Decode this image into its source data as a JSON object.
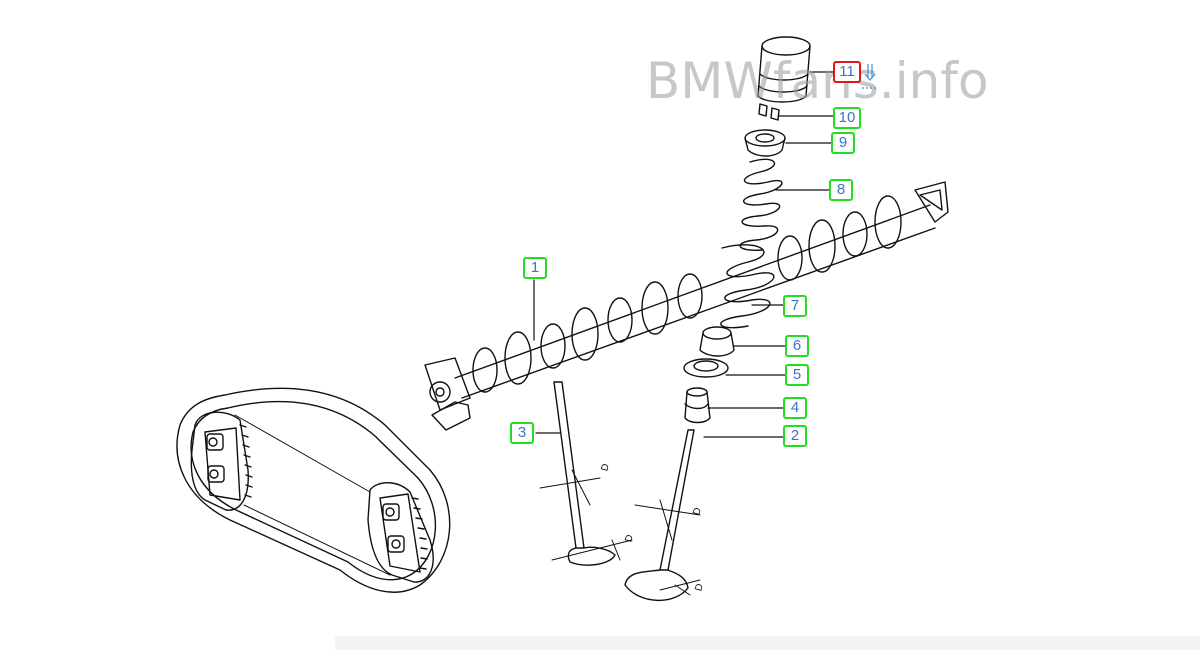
{
  "diagram": {
    "watermark": "BMWfans.info",
    "parts": [
      {
        "num": "1"
      },
      {
        "num": "2"
      },
      {
        "num": "3"
      },
      {
        "num": "4"
      },
      {
        "num": "5"
      },
      {
        "num": "6"
      },
      {
        "num": "7"
      },
      {
        "num": "8"
      },
      {
        "num": "9"
      },
      {
        "num": "10"
      },
      {
        "num": "11",
        "selected": true
      }
    ],
    "dimension_marks": [
      "D",
      "D",
      "D",
      "D"
    ]
  },
  "colors": {
    "callout_border": "#22dd22",
    "callout_selected_border": "#e01818",
    "callout_text": "#3b73c8",
    "line_art": "#111111",
    "watermark": "#9a9a9a"
  }
}
